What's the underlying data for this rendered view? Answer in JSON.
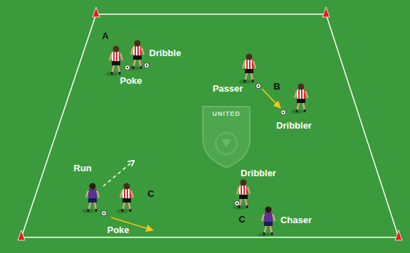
{
  "diagram": {
    "labels": [
      "A",
      "Dribble",
      "Poke",
      "Passer",
      "B",
      "Dribbler",
      "Run",
      "C",
      "Poke",
      "Dribbler",
      "C",
      "Chaser",
      "UNITED"
    ]
  }
}
